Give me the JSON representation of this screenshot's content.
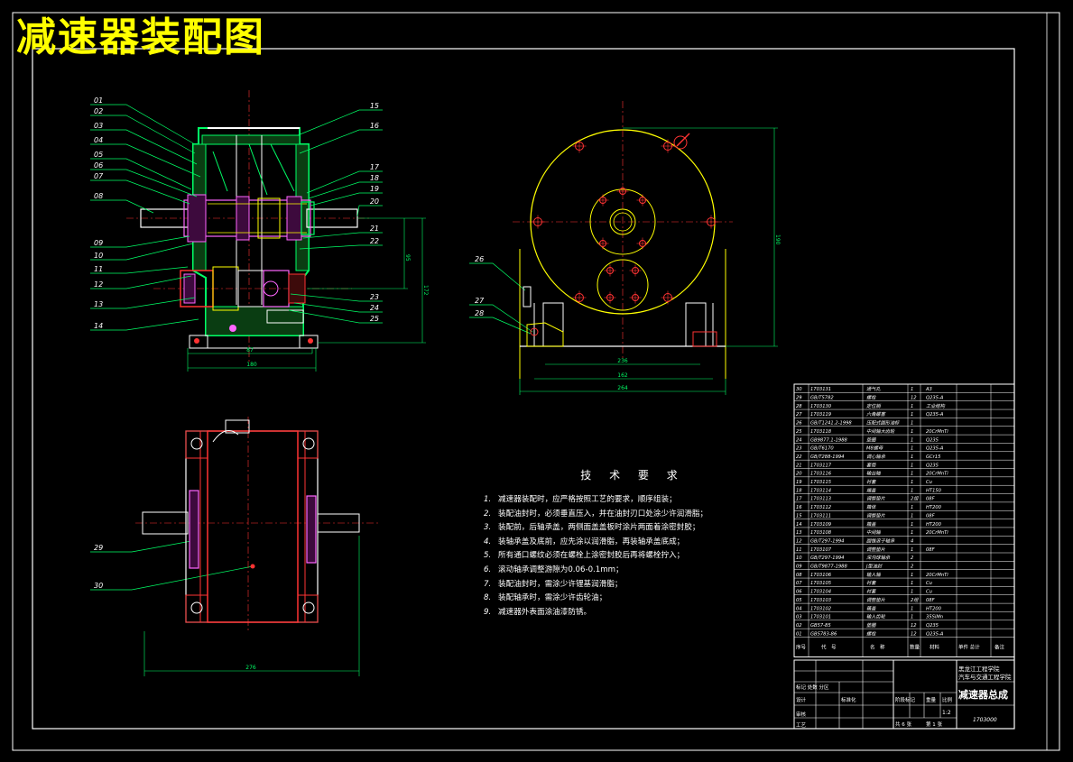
{
  "title": "减速器装配图",
  "tech": {
    "heading": "技 术 要 求",
    "items": [
      {
        "n": "1.",
        "t": "减速器装配时，应严格按照工艺的要求，顺序组装；"
      },
      {
        "n": "2.",
        "t": "装配油封时，必须垂直压入，并在油封刃口处涂少许润滑脂；"
      },
      {
        "n": "3.",
        "t": "装配前，后轴承盖，两侧面盖盖板时涂片两面着涂密封胶；"
      },
      {
        "n": "4.",
        "t": "装轴承盖及底前，应先涂以润滑脂，再装轴承盖底成；"
      },
      {
        "n": "5.",
        "t": "所有通口螺纹必须在螺栓上涂密封胶后再将螺栓拧入；"
      },
      {
        "n": "6.",
        "t": "滚动轴承调整游隙为0.06-0.1mm；"
      },
      {
        "n": "7.",
        "t": "装配油封时，需涂少许锂基润滑脂；"
      },
      {
        "n": "8.",
        "t": "装配轴承时，需涂少许齿轮油；"
      },
      {
        "n": "9.",
        "t": "减速器外表面涂油漆防锈。"
      }
    ]
  },
  "leaders_left": [
    "01",
    "02",
    "03",
    "04",
    "05",
    "06",
    "07",
    "08",
    "09",
    "10",
    "11",
    "12",
    "13",
    "14"
  ],
  "leaders_right": [
    "15",
    "16",
    "17",
    "18",
    "19",
    "20",
    "21",
    "22",
    "23",
    "24",
    "25"
  ],
  "leaders_side": [
    "26",
    "27",
    "28"
  ],
  "leaders_bottom": [
    "29",
    "30"
  ],
  "dims": {
    "front_w1": "87",
    "front_w2": "180",
    "front_h1": "95",
    "front_h2": "172",
    "side_w1": "236",
    "side_w2": "162",
    "side_w3": "264",
    "side_h": "190",
    "top_w": "276"
  },
  "bom": {
    "rows": [
      {
        "n": "30",
        "code": "1703131",
        "name": "通气孔",
        "q": "1",
        "mat": "A3"
      },
      {
        "n": "29",
        "code": "GB/T5782",
        "name": "螺栓",
        "q": "12",
        "mat": "Q235-A"
      },
      {
        "n": "28",
        "code": "1703130",
        "name": "定位销",
        "q": "1",
        "mat": "工业结构"
      },
      {
        "n": "27",
        "code": "1703119",
        "name": "六角螺塞",
        "q": "1",
        "mat": "Q235-A"
      },
      {
        "n": "26",
        "code": "GB/T1241.2-1998",
        "name": "压配式圆形油标",
        "q": "1",
        "mat": ""
      },
      {
        "n": "25",
        "code": "1703118",
        "name": "中间轴大齿轮",
        "q": "1",
        "mat": "20CrMnTi"
      },
      {
        "n": "24",
        "code": "GB9877.1-1988",
        "name": "垫圈",
        "q": "1",
        "mat": "Q235"
      },
      {
        "n": "23",
        "code": "GB/T6170",
        "name": "M8螺母",
        "q": "1",
        "mat": "Q235-A"
      },
      {
        "n": "22",
        "code": "GB/T288-1994",
        "name": "调心轴承",
        "q": "1",
        "mat": "GCr15"
      },
      {
        "n": "21",
        "code": "1703117",
        "name": "套筒",
        "q": "1",
        "mat": "Q235"
      },
      {
        "n": "20",
        "code": "1703116",
        "name": "输出轴",
        "q": "1",
        "mat": "20CrMnTi"
      },
      {
        "n": "19",
        "code": "1703115",
        "name": "衬套",
        "q": "1",
        "mat": "Cu"
      },
      {
        "n": "18",
        "code": "1703114",
        "name": "端盖",
        "q": "1",
        "mat": "HT150"
      },
      {
        "n": "17",
        "code": "1703113",
        "name": "调整垫片",
        "q": "2组",
        "mat": "08F"
      },
      {
        "n": "16",
        "code": "1703112",
        "name": "箱体",
        "q": "1",
        "mat": "HT200"
      },
      {
        "n": "15",
        "code": "1703111",
        "name": "调整垫片",
        "q": "1",
        "mat": "08F"
      },
      {
        "n": "14",
        "code": "1703109",
        "name": "箱盖",
        "q": "1",
        "mat": "HT200"
      },
      {
        "n": "13",
        "code": "1703108",
        "name": "中间轴",
        "q": "1",
        "mat": "20CrMnTi"
      },
      {
        "n": "12",
        "code": "GB/T297-1994",
        "name": "圆锥滚子轴承",
        "q": "4",
        "mat": ""
      },
      {
        "n": "11",
        "code": "1703107",
        "name": "调整垫片",
        "q": "1",
        "mat": "08F"
      },
      {
        "n": "10",
        "code": "GB/T297-1994",
        "name": "深沟球轴承",
        "q": "2",
        "mat": ""
      },
      {
        "n": "09",
        "code": "GB/T9877-1988",
        "name": "J型油封",
        "q": "2",
        "mat": ""
      },
      {
        "n": "08",
        "code": "1703106",
        "name": "输入轴",
        "q": "1",
        "mat": "20CrMnTi"
      },
      {
        "n": "07",
        "code": "1703105",
        "name": "衬套",
        "q": "1",
        "mat": "Cu"
      },
      {
        "n": "06",
        "code": "1703104",
        "name": "衬套",
        "q": "1",
        "mat": "Cu"
      },
      {
        "n": "05",
        "code": "1703103",
        "name": "调整垫片",
        "q": "2组",
        "mat": "08F"
      },
      {
        "n": "04",
        "code": "1703102",
        "name": "箱盖",
        "q": "1",
        "mat": "HT200"
      },
      {
        "n": "03",
        "code": "1703101",
        "name": "输入齿轮",
        "q": "1",
        "mat": "35SiMn"
      },
      {
        "n": "02",
        "code": "GB57-85",
        "name": "垫圈",
        "q": "12",
        "mat": "Q235"
      },
      {
        "n": "01",
        "code": "GB5783-86",
        "name": "螺栓",
        "q": "12",
        "mat": "Q235-A"
      }
    ],
    "header": {
      "n": "序号",
      "code": "代　号",
      "name": "名　称",
      "q": "数量",
      "mat": "材料",
      "w": "单件 总计",
      "note": "备注"
    },
    "school": "黑龙江工程学院汽车与交通工程学院",
    "drawing_name": "减速器总成",
    "drawing_no": "1703000",
    "scale": "1:2",
    "sheets": "共 6 张",
    "sheet_no": "第 1 张",
    "mark": "标记 处数 分区",
    "designer": "设计",
    "checker": "审核",
    "approver": "工艺",
    "stage": "阶段标记",
    "weight": "重量",
    "ratio": "比例",
    "std": "标准化"
  }
}
